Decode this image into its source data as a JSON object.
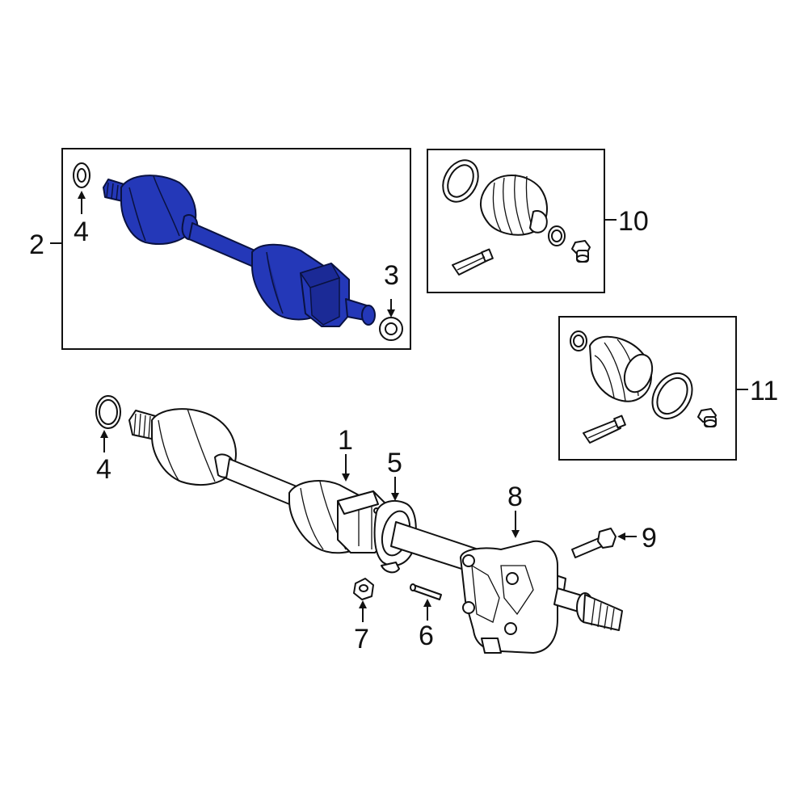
{
  "callouts": {
    "c1": "1",
    "c2": "2",
    "c3": "3",
    "c4_top": "4",
    "c4_bottom": "4",
    "c5": "5",
    "c6": "6",
    "c7": "7",
    "c8": "8",
    "c9": "9",
    "c10": "10",
    "c11": "11"
  },
  "colors": {
    "highlight_part": "#2438b8",
    "line": "#111111",
    "background": "#ffffff"
  }
}
